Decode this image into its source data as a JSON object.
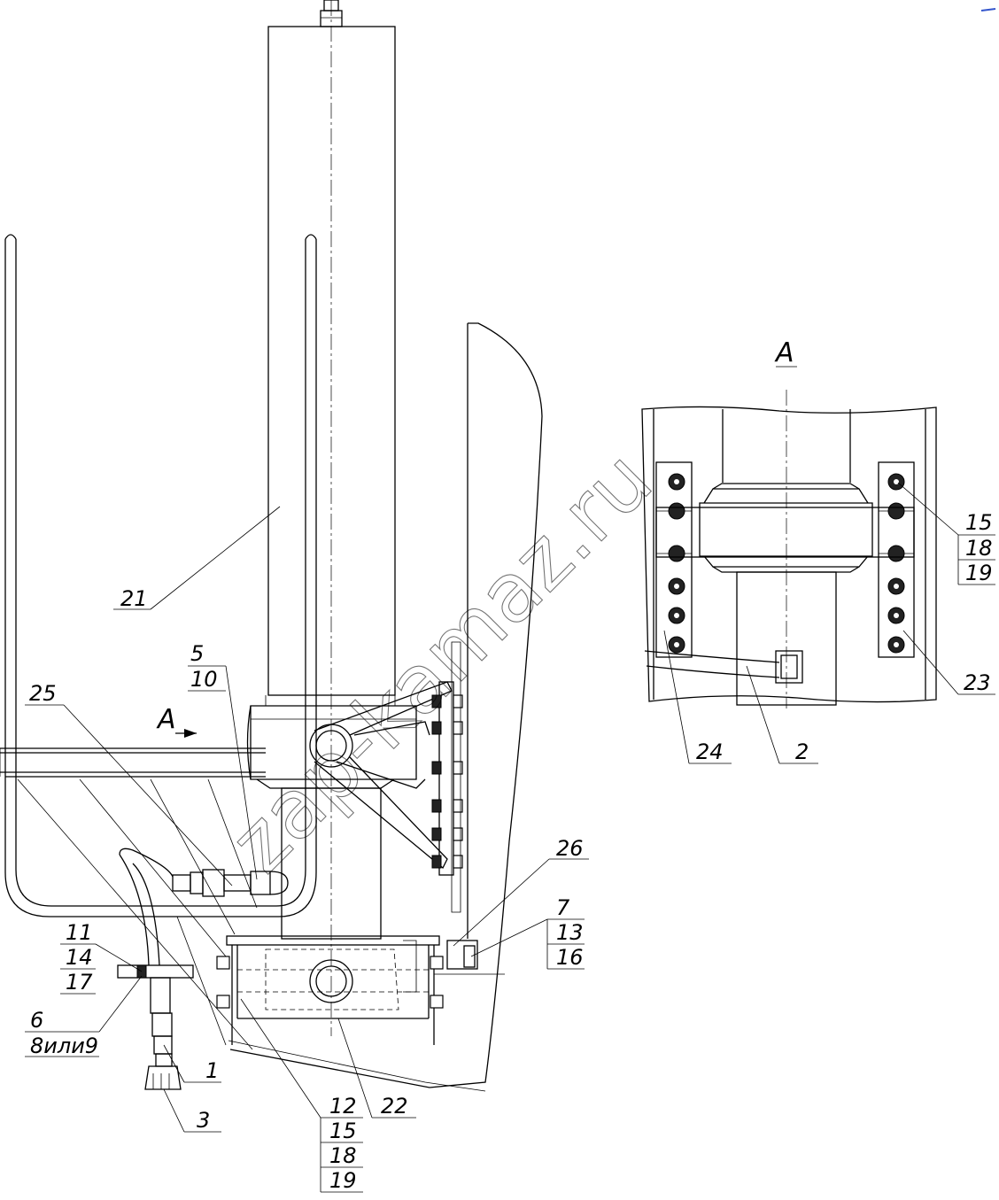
{
  "watermark": "zap-kamaz.ru",
  "view": {
    "arrow_label": "A",
    "detail_title": "A"
  },
  "callouts": {
    "c21": "21",
    "c5": "5",
    "c10": "10",
    "c25": "25",
    "c11": "11",
    "c14": "14",
    "c17": "17",
    "c6": "6",
    "c8or9": "8или9",
    "c1": "1",
    "c3": "3",
    "c12": "12",
    "c15": "15",
    "c18": "18",
    "c19": "19",
    "c22": "22",
    "c26": "26",
    "c7": "7",
    "c13": "13",
    "c16": "16",
    "d15": "15",
    "d18": "18",
    "d19": "19",
    "d23": "23",
    "d24": "24",
    "d2": "2"
  }
}
